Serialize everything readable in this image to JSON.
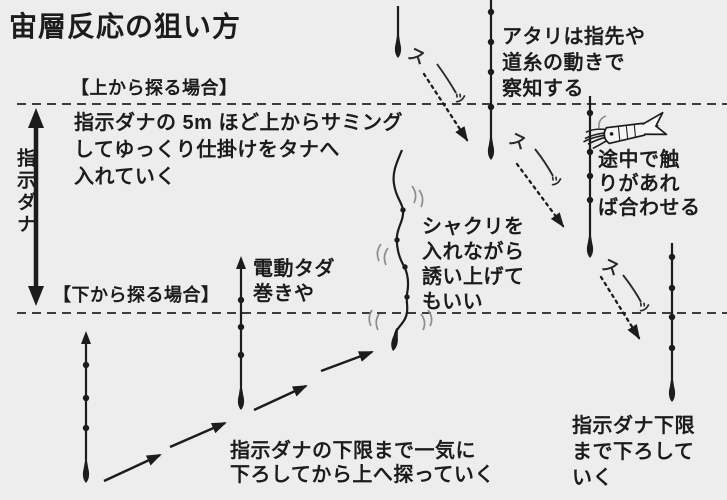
{
  "title": "宙層反応の狙い方",
  "labels": {
    "from_top": "【上から探る場合】",
    "from_bottom": "【下から探る場合】",
    "tana_range": "指示ダナ"
  },
  "notes": {
    "thumbing": [
      "指示ダナの 5m ほど上からサミング",
      "してゆっくり仕掛けをタナへ",
      "入れていく"
    ],
    "atari": [
      "アタリは指先や",
      "道糸の動きで",
      "察知する"
    ],
    "touch": [
      "途中で触",
      "りがあれ",
      "ば合わせる"
    ],
    "shakuri": [
      "シャクリを",
      "入れながら",
      "誘い上げて",
      "もいい"
    ],
    "electric": [
      "電動タダ",
      "巻きや"
    ],
    "drop_fast": [
      "指示ダナの下限まで一気に",
      "下ろしてから上へ探っていく"
    ],
    "lower_limit": [
      "指示ダナ下限",
      "まで下ろして",
      "いく"
    ]
  },
  "sfx": {
    "su": "ス",
    "tsu": "ッ"
  },
  "colors": {
    "background": "#ededed",
    "ink": "#1c1c1c",
    "wave": "#8c8c8c"
  }
}
